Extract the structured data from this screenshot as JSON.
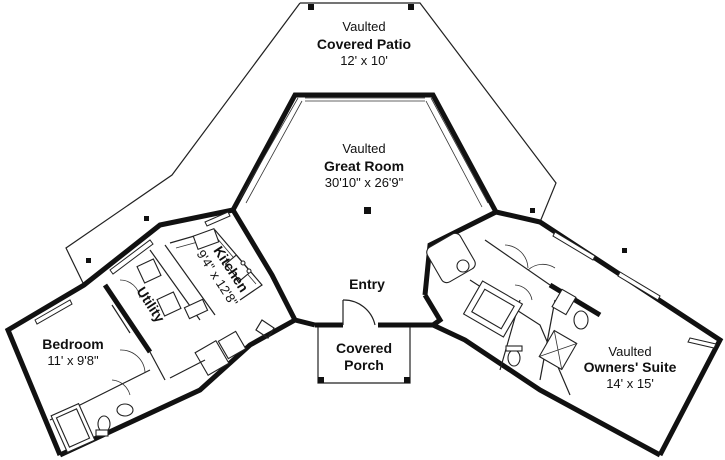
{
  "rooms": {
    "patio": {
      "line1": "Vaulted",
      "line2": "Covered Patio",
      "line3": "12' x 10'"
    },
    "great": {
      "line1": "Vaulted",
      "line2": "Great Room",
      "line3": "30'10\" x 26'9\""
    },
    "kitchen": {
      "name": "Kitchen",
      "size": "9'4\" x 12'8\""
    },
    "utility": {
      "name": "Utility"
    },
    "bedroom": {
      "name": "Bedroom",
      "size": "11' x 9'8\""
    },
    "entry": {
      "name": "Entry"
    },
    "porch": {
      "line1": "Covered",
      "line2": "Porch"
    },
    "owners": {
      "line1": "Vaulted",
      "line2": "Owners' Suite",
      "line3": "14' x 15'"
    }
  }
}
